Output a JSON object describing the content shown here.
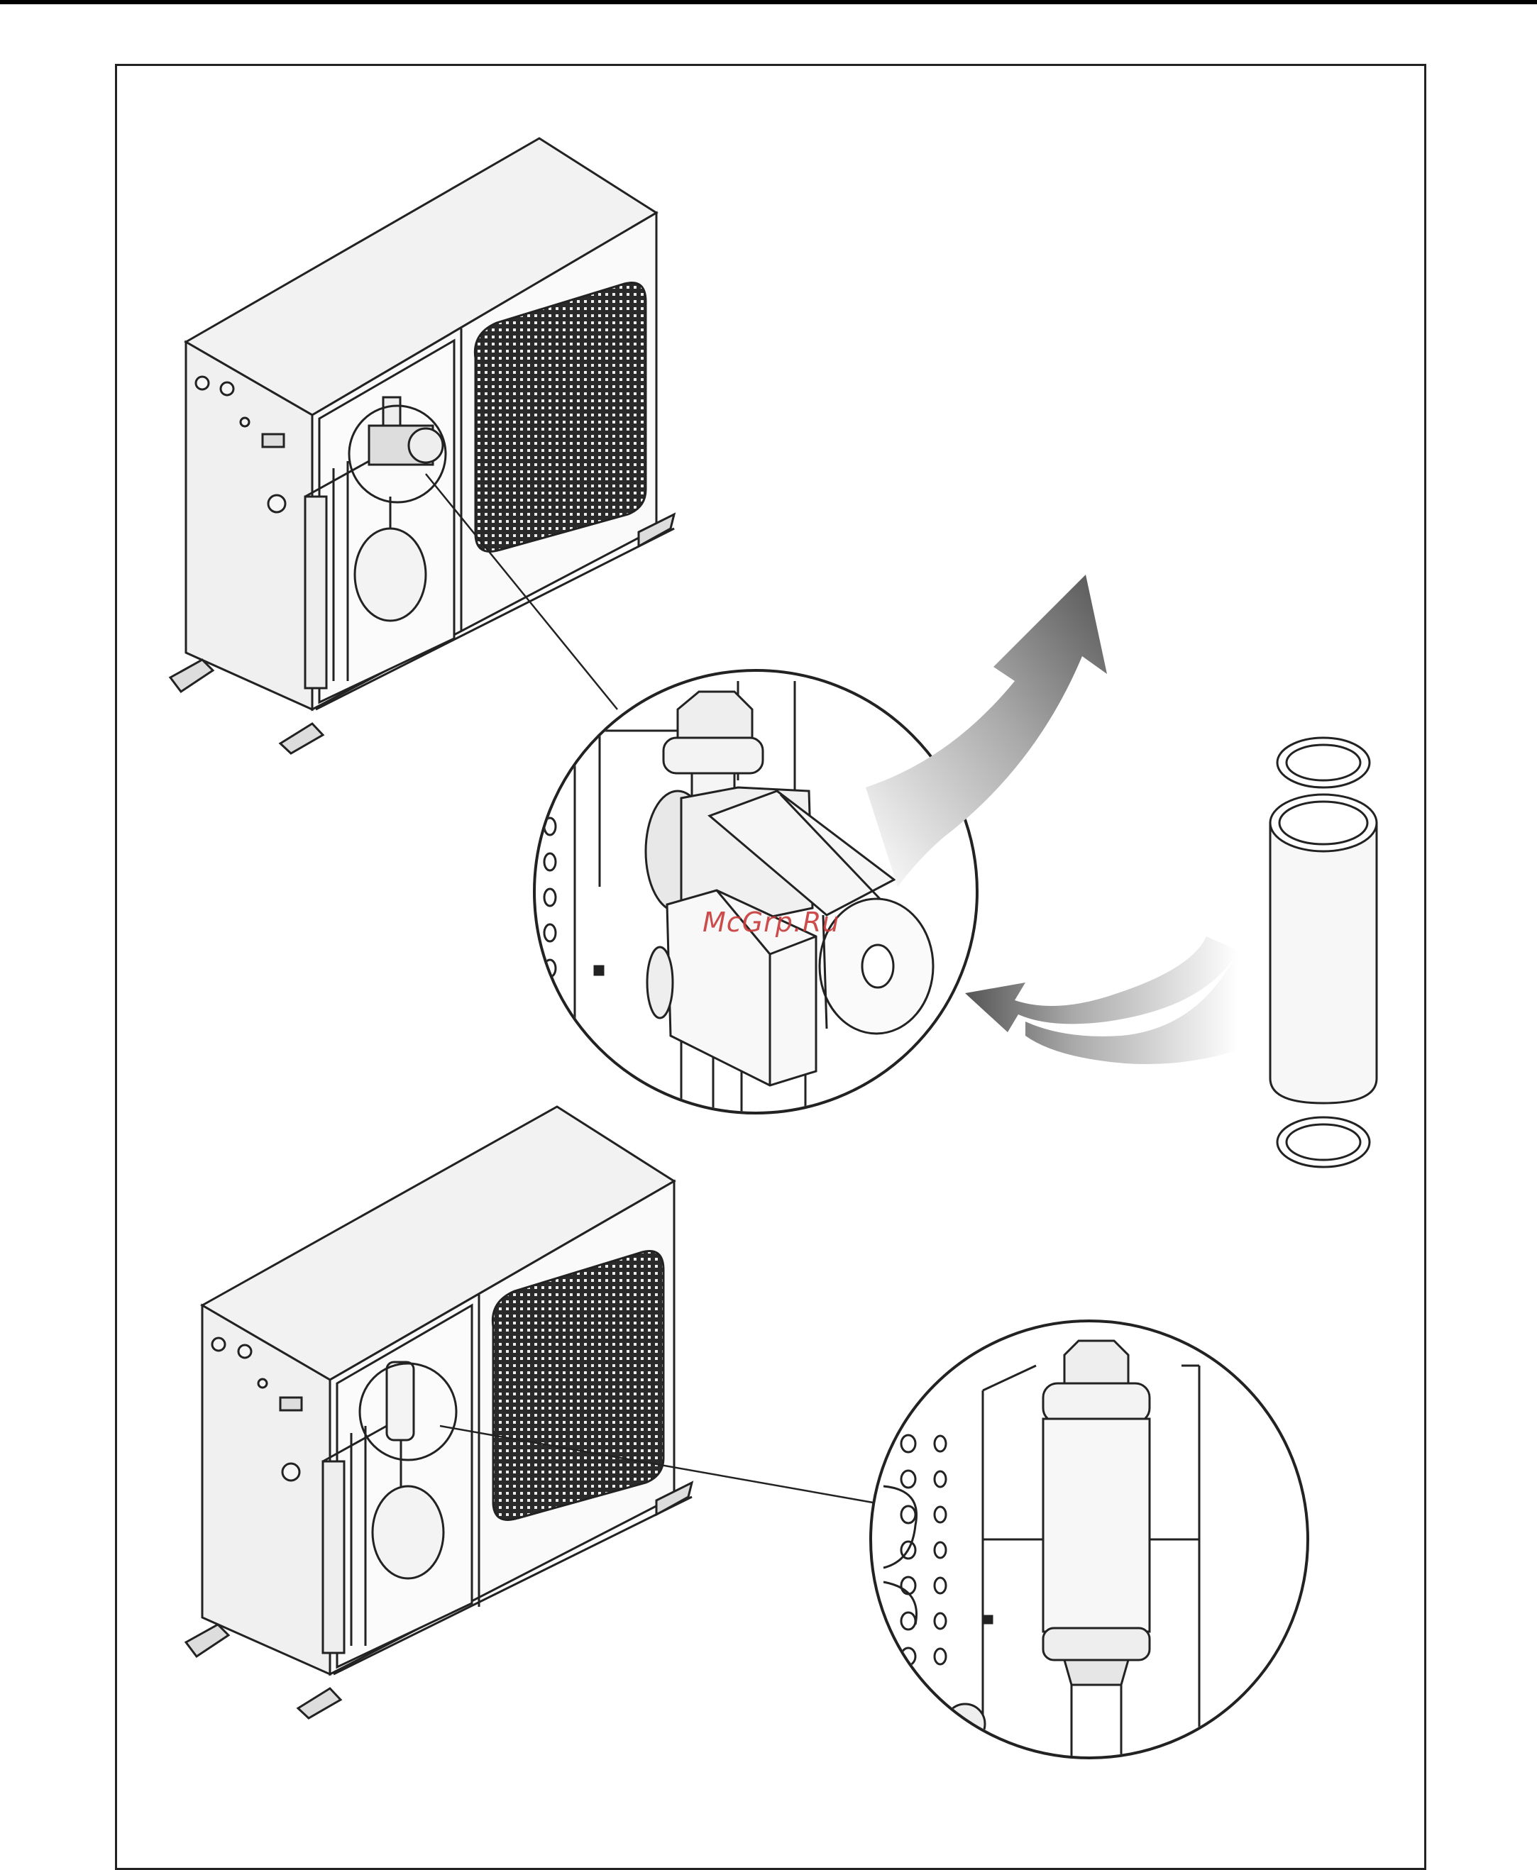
{
  "figure": {
    "description_tags": [
      "outdoor-unit-before",
      "pump-detail",
      "replacement-pipe-kit",
      "outdoor-unit-after",
      "pipe-detail"
    ]
  },
  "watermark": {
    "text": "McGrp.Ru"
  },
  "colors": {
    "line": "#222222",
    "panel_fill": "#f4f4f4",
    "grille_fill": "#2a2a2a",
    "arrow_dark": "#555555"
  }
}
